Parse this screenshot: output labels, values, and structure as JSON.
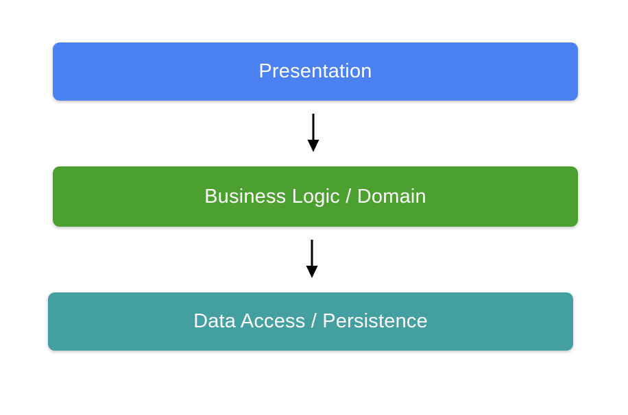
{
  "diagram": {
    "type": "layered-architecture-flow",
    "background_color": "#ffffff",
    "text_color": "#ffffff",
    "arrow_color": "#000000",
    "layers": [
      {
        "label": "Presentation",
        "color": "#4b81f0"
      },
      {
        "label": "Business Logic / Domain",
        "color": "#4ca030"
      },
      {
        "label": "Data Access / Persistence",
        "color": "#439fa0"
      }
    ],
    "arrows": [
      {
        "from": "Presentation",
        "to": "Business Logic / Domain"
      },
      {
        "from": "Business Logic / Domain",
        "to": "Data Access / Persistence"
      }
    ]
  }
}
